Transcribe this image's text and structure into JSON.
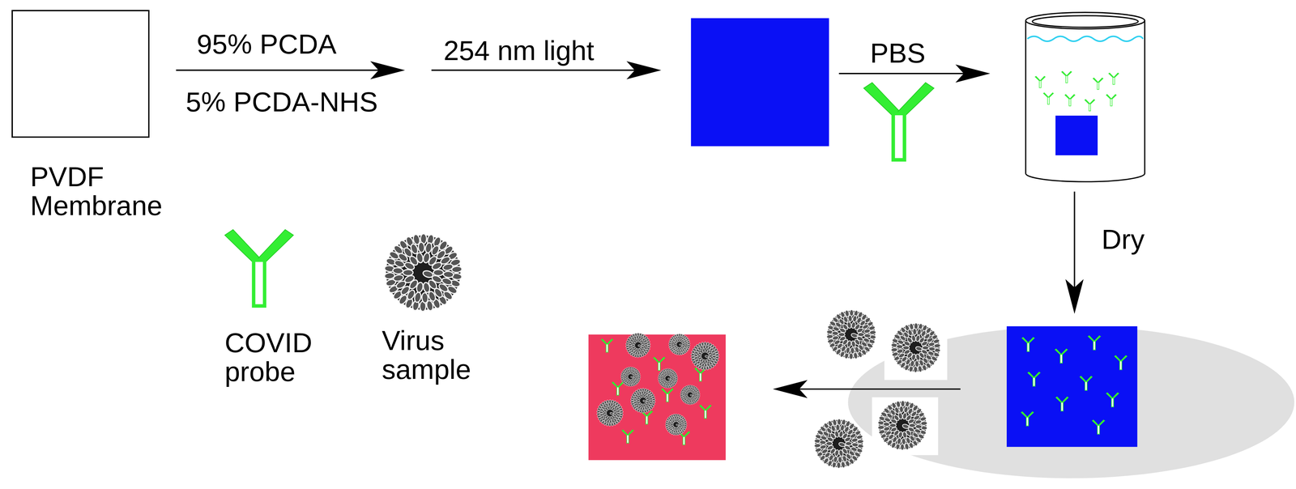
{
  "diagram": {
    "nodes": [
      {
        "text": [
          "PVDF Membrane"
        ]
      }
    ],
    "labels": [
      "95% PCDA",
      "5% PCDA-NHS",
      "254 nm light",
      "PBS",
      "Dry"
    ],
    "legend": [
      {
        "text": "COVID probe"
      },
      {
        "text": "Virus sample"
      }
    ]
  }
}
